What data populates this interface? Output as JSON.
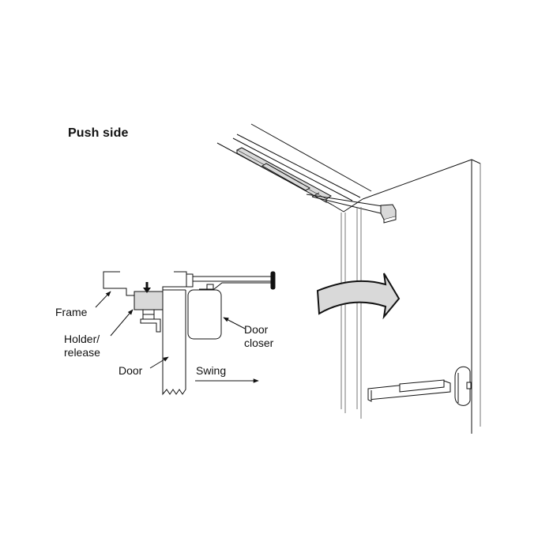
{
  "figure": {
    "title": "Push side",
    "labels": {
      "frame": "Frame",
      "holder_release_line1": "Holder/",
      "holder_release_line2": "release",
      "door": "Door",
      "door_closer_line1": "Door",
      "door_closer_line2": "closer",
      "swing": "Swing"
    },
    "colors": {
      "line": "#111111",
      "light_line": "#555555",
      "fill_gray": "#d9d9d9",
      "background": "#ffffff"
    }
  }
}
